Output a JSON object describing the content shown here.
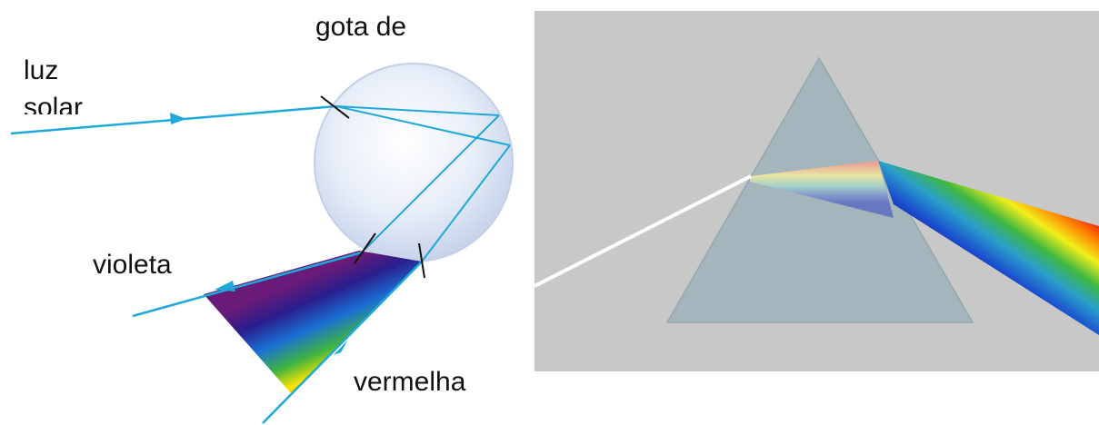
{
  "labels": {
    "droplet": "gota de",
    "sunlight_line1": "luz",
    "sunlight_line2": "solar",
    "violet": "violeta",
    "red": "vermelha"
  },
  "colors": {
    "ray": "#1fa8d8",
    "droplet_fill": "#e4ebf7",
    "droplet_edge": "#c3cfe6",
    "right_background": "#c8c8c8",
    "prism": "#a5b5bc",
    "white_ray": "#ffffff",
    "spectrum": [
      "#e0001b",
      "#ff7a00",
      "#ffe600",
      "#3fb43f",
      "#1a6fd4",
      "#2a1e8c",
      "#7a1a7a"
    ]
  }
}
